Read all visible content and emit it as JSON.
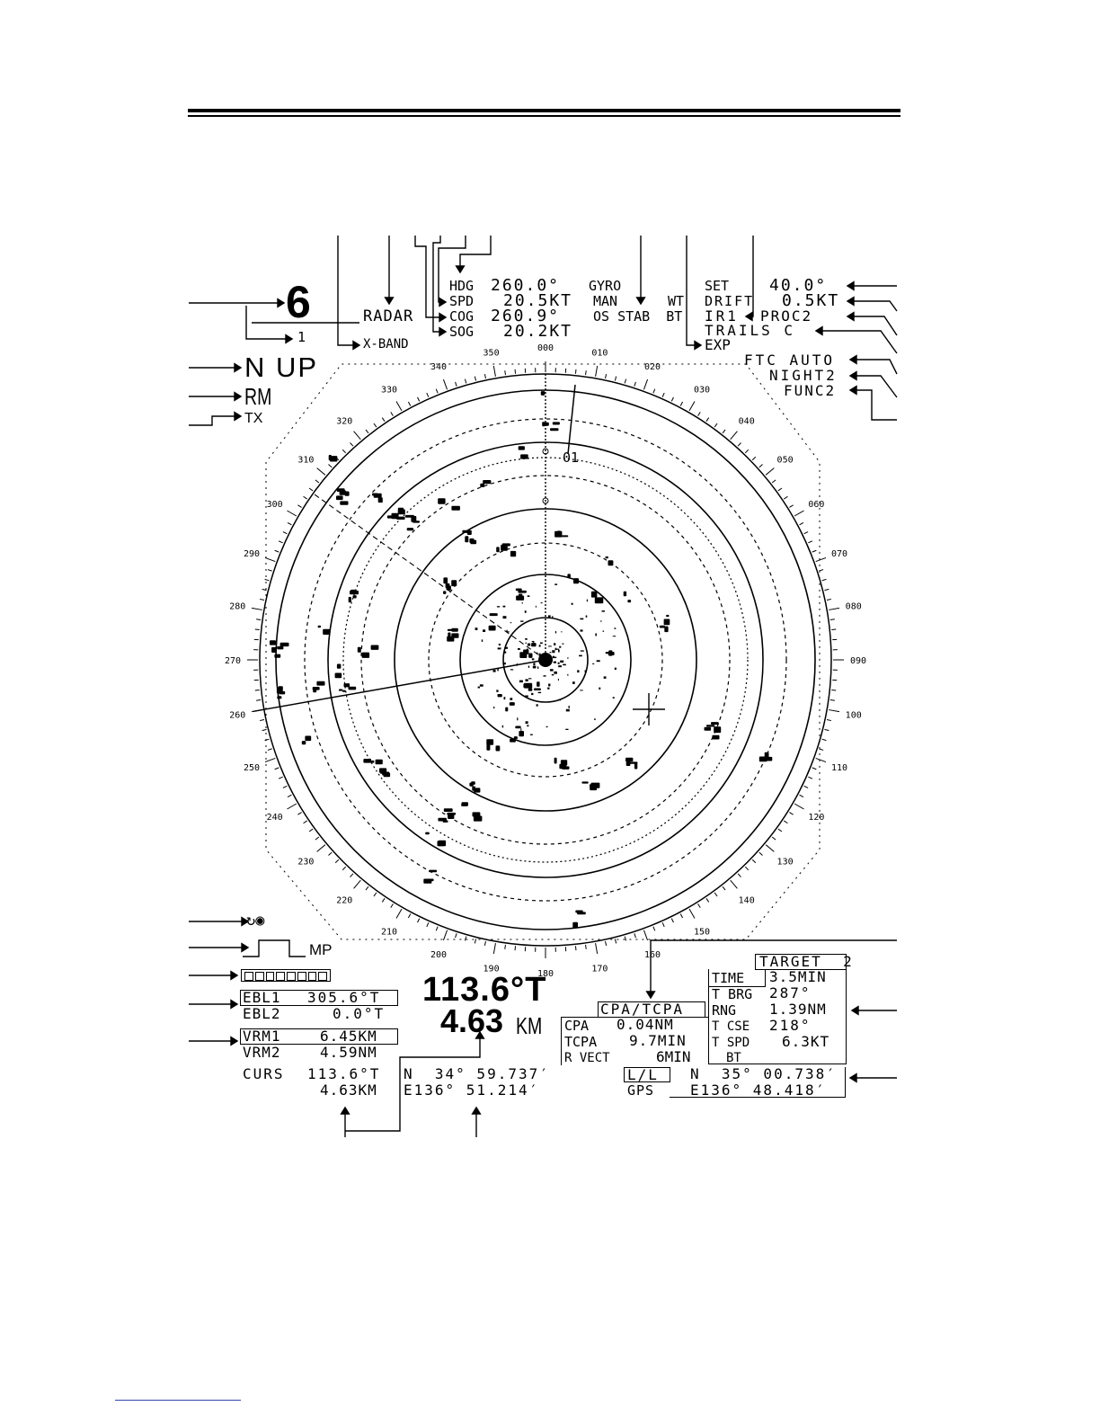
{
  "range": {
    "scale": "6",
    "rings": "1"
  },
  "radar": {
    "label": "RADAR",
    "band": "X-BAND"
  },
  "mode": {
    "orientation": "N UP",
    "motion": "RM",
    "status": "TX"
  },
  "own_ship": {
    "hdg_label": "HDG",
    "hdg": "260.0°",
    "hdg_source": "GYRO",
    "spd_label": "SPD",
    "spd": "20.5KT",
    "spd_source": "MAN",
    "cog_label": "COG",
    "cog": "260.9°",
    "stab": "OS STAB  BT",
    "sog_label": "SOG",
    "sog": "20.2KT"
  },
  "current": {
    "wt": "WT",
    "set_label": "SET",
    "set": "40.0°",
    "drift_label": "DRIFT",
    "drift": "0.5KT"
  },
  "processing": {
    "ir": "IR1",
    "proc": "PROC2",
    "trails": "TRAILS C",
    "exp": "EXP",
    "ftc": "FTC AUTO",
    "night": "NIGHT2",
    "func": "FUNC2"
  },
  "bearing_scale": [
    "000",
    "010",
    "020",
    "030",
    "040",
    "050",
    "060",
    "070",
    "080",
    "090",
    "100",
    "110",
    "120",
    "130",
    "140",
    "150",
    "160",
    "170",
    "180",
    "190",
    "200",
    "210",
    "220",
    "230",
    "240",
    "250",
    "260",
    "270",
    "280",
    "290",
    "300",
    "310",
    "320",
    "330",
    "340",
    "350"
  ],
  "target_marker": "01",
  "pulse": {
    "label": "MP"
  },
  "ebl": {
    "ebl1_label": "EBL1",
    "ebl1": "305.6°T",
    "ebl2_label": "EBL2",
    "ebl2": "0.0°T"
  },
  "vrm": {
    "vrm1_label": "VRM1",
    "vrm1": "6.45KM",
    "vrm2_label": "VRM2",
    "vrm2": "4.59NM"
  },
  "cursor": {
    "big_bearing": "113.6°T",
    "big_range": "4.63",
    "big_range_unit": "KM",
    "label": "CURS",
    "bearing": "113.6°T",
    "range": "4.63KM",
    "lat": "N  34° 59.737′",
    "lon": "E136° 51.214′"
  },
  "cpa_tcpa": {
    "title": "CPA/TCPA",
    "cpa_label": "CPA",
    "cpa": "0.04NM",
    "tcpa_label": "TCPA",
    "tcpa": "9.7MIN",
    "rvect_label": "R VECT",
    "rvect": "6MIN"
  },
  "target": {
    "title": "TARGET  2",
    "time_label": "TIME",
    "time": "3.5MIN",
    "tbrg_label": "T BRG",
    "tbrg": "287°",
    "rng_label": "RNG",
    "rng": "1.39NM",
    "tcse_label": "T CSE",
    "tcse": "218°",
    "tspd_label": "T SPD",
    "tspd": "6.3KT",
    "bt": "BT"
  },
  "position": {
    "ll_label": "L/L",
    "source": "GPS",
    "lat": "N  35° 00.738′",
    "lon": "E136° 48.418′"
  }
}
